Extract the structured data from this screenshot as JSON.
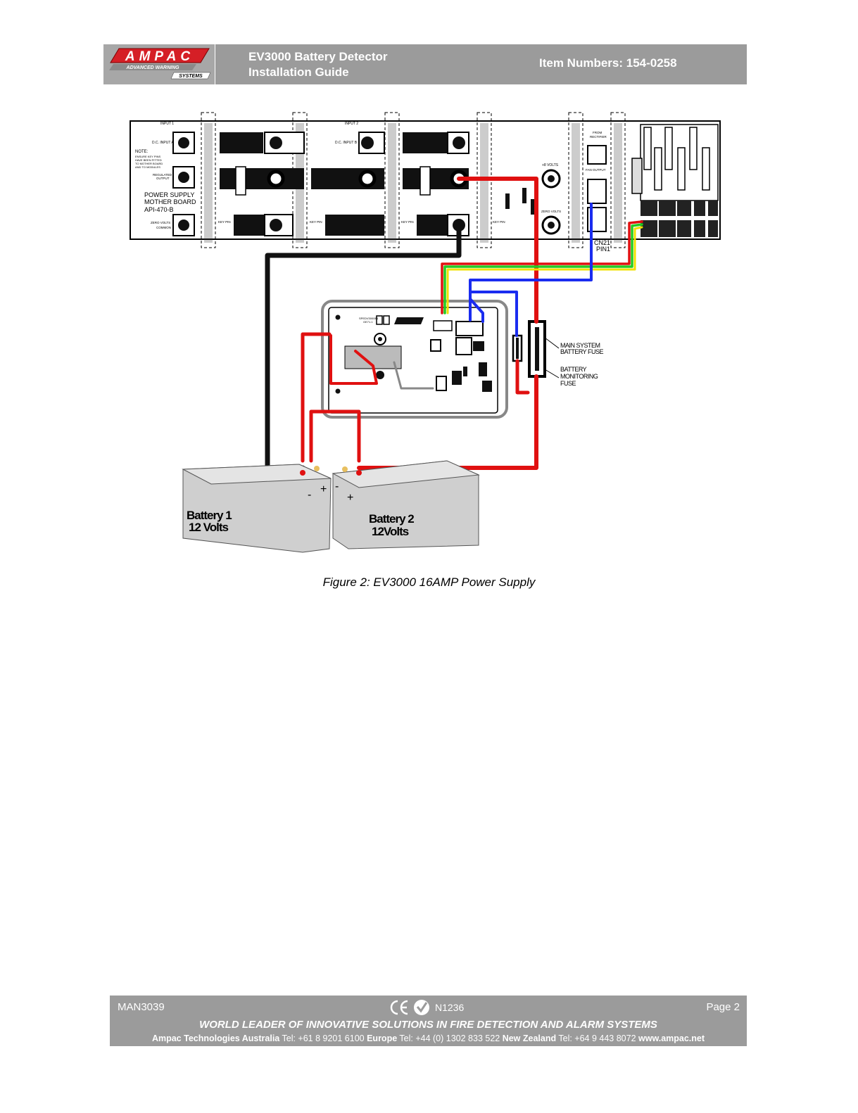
{
  "header": {
    "logo_text": "AMPAC",
    "logo_tagline": "ADVANCED WARNING",
    "logo_systems": "SYSTEMS",
    "title_line1": "EV3000 Battery Detector",
    "title_line2": "Installation Guide",
    "item_numbers": "Item Numbers: 154-0258"
  },
  "figure": {
    "caption": "Figure 2: EV3000 16AMP Power Supply",
    "board": {
      "title1": "POWER SUPPLY",
      "title2": "MOTHER BOARD",
      "title3": "API-470-B",
      "input1": "INPUT 1",
      "input2": "INPUT 2",
      "dc_input_a": "D.C. INPUT A",
      "dc_input_b": "D.C. INPUT B",
      "note1": "NOTE:",
      "note2": "ENSURE KEY PINS",
      "note3": "HAVE BEEN FITTED",
      "note4": "TO MOTHER BOARD",
      "note5": "AND TO MODULES",
      "regulated1": "REGULATED",
      "regulated2": "OUTPUT",
      "zero_volts": "ZERO VOLTS",
      "common": "COMMON",
      "key_pin": "KEY PIN",
      "plus8_volts": "+8 VOLTS",
      "zero_volts_right": "ZERO VOLTS",
      "from_rectifier1": "FROM",
      "from_rectifier2": "RECTIFIER",
      "fan_output": "FAN OUTPUT",
      "cn21": "CN21",
      "pin1": "PIN1"
    },
    "module": {
      "label1": "SPEDV3000B1",
      "label2": "GE71.1"
    },
    "fuses": {
      "main1": "MAIN SYSTEM",
      "main2": "BATTERY FUSE",
      "monitor1": "BATTERY",
      "monitor2": "MONITORING",
      "monitor3": "FUSE"
    },
    "battery1": {
      "name": "Battery 1",
      "voltage": "12 Volts",
      "minus": "-",
      "plus": "+"
    },
    "battery2": {
      "name": "Battery 2",
      "voltage": "12Volts",
      "minus": "-",
      "plus": "+"
    }
  },
  "footer": {
    "doc_number": "MAN3039",
    "cert_number": "N1236",
    "page": "Page 2",
    "slogan": "WORLD LEADER OF INNOVATIVE SOLUTIONS IN FIRE DETECTION AND ALARM SYSTEMS",
    "australia_name": "Ampac Technologies Australia",
    "australia_tel": " Tel: +61 8 9201 6100 ",
    "europe_name": "Europe",
    "europe_tel": " Tel: +44 (0) 1302 833 522 ",
    "nz_name": "New Zealand",
    "nz_tel": " Tel: +64 9 443 8072 ",
    "website": "www.ampac.net"
  },
  "colors": {
    "header_bg": "#9b9b9b",
    "logo_red": "#d51f26",
    "wire_red": "#e01010",
    "wire_blue": "#1a2cf0",
    "wire_green": "#22cc22",
    "wire_yellow": "#f0e000",
    "wire_black": "#111111"
  }
}
